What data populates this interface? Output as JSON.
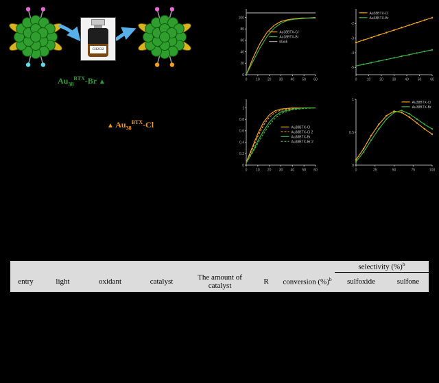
{
  "scheme": {
    "clusters": [
      {
        "name": "Au38BTX-Br cluster",
        "core_color": "#2f9e2f",
        "ligand_color": "#d8b422",
        "tip_top": "#e66ad2",
        "tip_bottom": "#62d8e8"
      },
      {
        "name": "Au38BTX-Cl cluster",
        "core_color": "#2f9e2f",
        "ligand_color": "#d8b422",
        "tip_top": "#e66ad2",
        "tip_bottom": "#f59a23"
      }
    ],
    "arrow_color": "#58b0e8",
    "vial_label": "CH2Cl2",
    "labels": {
      "br": {
        "prefix": "Au",
        "sub": "38",
        "sup": "BTX",
        "suffix": "-Br",
        "marker": "▲",
        "color": "#2e9e2e"
      },
      "cl": {
        "prefix": "Au",
        "sub": "38",
        "sup": "BTX",
        "suffix": "-Cl",
        "marker": "▲",
        "color": "#f09a1e"
      }
    }
  },
  "chart_data": [
    {
      "name": "conversion-vs-time",
      "type": "line",
      "title": "",
      "xlabel": "",
      "ylabel": "",
      "xlim": [
        0,
        60
      ],
      "ylim": [
        0,
        115
      ],
      "xticks": [
        0,
        10,
        20,
        30,
        40,
        50,
        60
      ],
      "yticks": [
        0,
        20,
        40,
        60,
        80,
        100
      ],
      "legend": {
        "x": 0.33,
        "y": 0.35
      },
      "series": [
        {
          "name": "Au38BTX-Cl",
          "color": "#f5a623",
          "x": [
            0,
            6,
            12,
            18,
            24,
            30,
            36,
            42,
            48,
            54,
            60
          ],
          "y": [
            0,
            30,
            55,
            74,
            86,
            93,
            96,
            98,
            99,
            99,
            100
          ]
        },
        {
          "name": "Au38BTX-Br",
          "color": "#3cb043",
          "x": [
            0,
            6,
            12,
            18,
            24,
            30,
            36,
            42,
            48,
            54,
            60
          ],
          "y": [
            0,
            24,
            47,
            67,
            81,
            90,
            95,
            97,
            98,
            99,
            99
          ]
        },
        {
          "name": "blank",
          "color": "#9a9a9a",
          "x": [
            0,
            60
          ],
          "y": [
            108,
            108
          ]
        }
      ]
    },
    {
      "name": "kinetics-ln-plot",
      "type": "scatter",
      "title": "",
      "xlabel": "",
      "ylabel": "",
      "xlim": [
        0,
        60
      ],
      "ylim": [
        -5.5,
        -1
      ],
      "xticks": [
        0,
        10,
        20,
        30,
        40,
        50,
        60
      ],
      "yticks": [
        -5,
        -4,
        -3,
        -2
      ],
      "legend": {
        "x": 0.04,
        "y": 0.06
      },
      "series": [
        {
          "name": "Au38BTX-Cl",
          "color": "#f5a623",
          "markers": true,
          "x": [
            0,
            6,
            12,
            18,
            24,
            30,
            36,
            42,
            48,
            54,
            60
          ],
          "y": [
            -3.3,
            -3.13,
            -2.96,
            -2.79,
            -2.62,
            -2.45,
            -2.28,
            -2.11,
            -1.94,
            -1.77,
            -1.6
          ]
        },
        {
          "name": "Au38BTX-Br",
          "color": "#3cb043",
          "markers": true,
          "x": [
            0,
            6,
            12,
            18,
            24,
            30,
            36,
            42,
            48,
            54,
            60
          ],
          "y": [
            -4.9,
            -4.79,
            -4.68,
            -4.57,
            -4.46,
            -4.35,
            -4.24,
            -4.13,
            -4.02,
            -3.91,
            -3.8
          ]
        }
      ]
    },
    {
      "name": "normalized-conversion",
      "type": "line",
      "title": "",
      "xlabel": "",
      "ylabel": "",
      "xlim": [
        0,
        60
      ],
      "ylim": [
        0,
        1.15
      ],
      "xticks": [
        0,
        10,
        20,
        30,
        40,
        50,
        60
      ],
      "yticks": [
        0,
        0.2,
        0.4,
        0.6,
        0.8,
        1
      ],
      "legend": {
        "x": 0.5,
        "y": 0.42
      },
      "series": [
        {
          "name": "Au38BTX-Cl",
          "color": "#f5a623",
          "x": [
            0,
            5,
            10,
            15,
            20,
            25,
            30,
            40,
            50,
            60
          ],
          "y": [
            0.05,
            0.3,
            0.55,
            0.75,
            0.88,
            0.95,
            0.98,
            1,
            1,
            1
          ]
        },
        {
          "name": "Au38BTX-Cl 2",
          "color": "#f5a623",
          "dash": true,
          "x": [
            0,
            5,
            10,
            15,
            20,
            25,
            30,
            40,
            50,
            60
          ],
          "y": [
            0.05,
            0.27,
            0.5,
            0.7,
            0.84,
            0.92,
            0.96,
            0.99,
            1,
            1
          ]
        },
        {
          "name": "Au38BTX-Br",
          "color": "#3cb043",
          "x": [
            0,
            5,
            10,
            15,
            20,
            25,
            30,
            40,
            50,
            60
          ],
          "y": [
            0.04,
            0.22,
            0.42,
            0.6,
            0.75,
            0.86,
            0.93,
            0.98,
            1,
            1
          ]
        },
        {
          "name": "Au38BTX-Br 2",
          "color": "#3cb043",
          "dash": true,
          "x": [
            0,
            5,
            10,
            15,
            20,
            25,
            30,
            40,
            50,
            60
          ],
          "y": [
            0.04,
            0.2,
            0.38,
            0.55,
            0.7,
            0.82,
            0.9,
            0.97,
            0.99,
            1
          ]
        }
      ]
    },
    {
      "name": "rate-curves",
      "type": "line",
      "title": "",
      "xlabel": "",
      "ylabel": "",
      "xlim": [
        0,
        100
      ],
      "ylim": [
        0,
        1
      ],
      "xticks": [
        0,
        25,
        50,
        75,
        100
      ],
      "yticks": [
        0,
        0.5,
        1
      ],
      "legend": {
        "x": 0.6,
        "y": 0.04
      },
      "series": [
        {
          "name": "Au38BTX-Cl",
          "color": "#f5a623",
          "markers": true,
          "x": [
            0,
            10,
            20,
            30,
            40,
            50,
            60,
            70,
            80,
            90,
            100
          ],
          "y": [
            0.08,
            0.25,
            0.45,
            0.62,
            0.75,
            0.82,
            0.8,
            0.73,
            0.64,
            0.55,
            0.47
          ]
        },
        {
          "name": "Au38BTX-Br",
          "color": "#3cb043",
          "markers": true,
          "x": [
            0,
            10,
            20,
            30,
            40,
            50,
            60,
            70,
            80,
            90,
            100
          ],
          "y": [
            0.05,
            0.2,
            0.38,
            0.55,
            0.7,
            0.8,
            0.83,
            0.78,
            0.7,
            0.62,
            0.55
          ]
        }
      ]
    }
  ],
  "table": {
    "selectivity": {
      "label": "selectivity (%)",
      "sup": "b"
    },
    "columns": [
      {
        "label": "entry"
      },
      {
        "label": "light"
      },
      {
        "label": "oxidant"
      },
      {
        "label": "catalyst"
      },
      {
        "label": "The amount of catalyst"
      },
      {
        "label": "R"
      },
      {
        "label": "conversion (%)",
        "sup": "b"
      },
      {
        "label": "sulfoxide"
      },
      {
        "label": "sulfone"
      }
    ]
  }
}
